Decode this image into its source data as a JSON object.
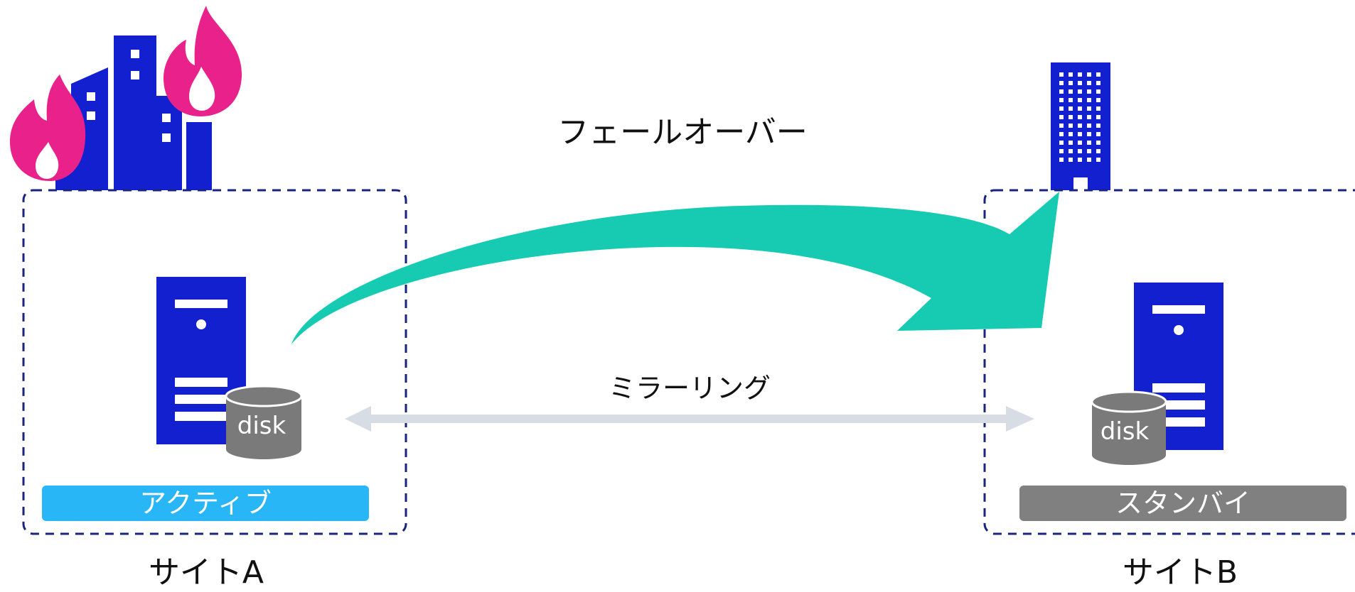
{
  "colors": {
    "building": "#1320d0",
    "fire": "#e8228a",
    "failover_arrow": "#16cbb2",
    "mirror_arrow": "#d8dde5",
    "site_border": "#1a237e",
    "disk": "#7a7a7a",
    "active": "#29b6f6",
    "standby": "#808080"
  },
  "labels": {
    "failover": "フェールオーバー",
    "mirroring": "ミラーリング"
  },
  "site_a": {
    "name": "サイトA",
    "status": "アクティブ",
    "disk_label": "disk"
  },
  "site_b": {
    "name": "サイトB",
    "status": "スタンバイ",
    "disk_label": "disk"
  },
  "icons": [
    "burning-buildings-icon",
    "office-building-icon",
    "server-icon",
    "disk-icon",
    "failover-arrow",
    "mirroring-arrow"
  ]
}
